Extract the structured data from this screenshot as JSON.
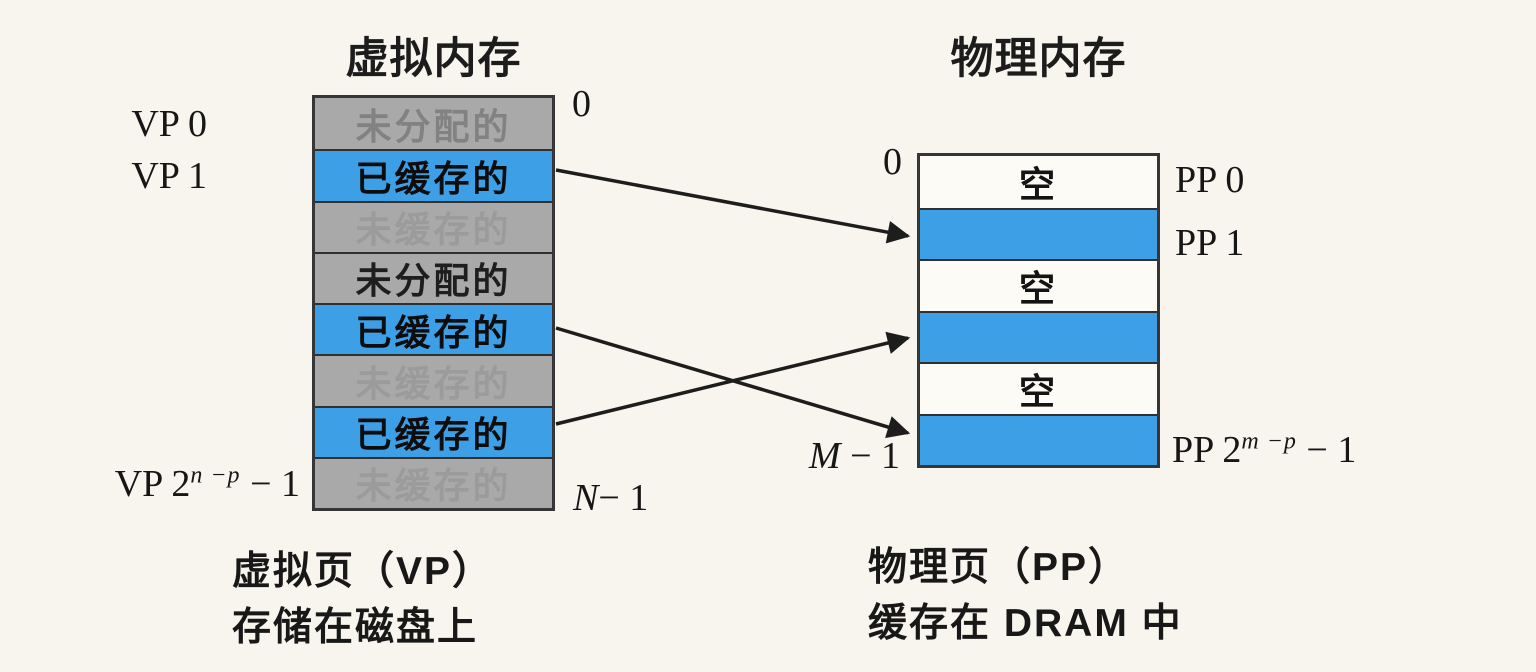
{
  "colors": {
    "background": "#f8f5ee",
    "cached_blue": "#3d9fe6",
    "gray_row": "#a9a9a9",
    "empty_row_white": "#fdfbf6",
    "line_black": "#1d1d1d"
  },
  "virtual_memory": {
    "title": "虚拟内存",
    "top_address": "0",
    "bottom_address": {
      "italic": "N",
      "rest": "− 1"
    },
    "rows": [
      {
        "label": "未分配的",
        "state": "unallocated"
      },
      {
        "label": "已缓存的",
        "state": "cached"
      },
      {
        "label": "未缓存的",
        "state": "uncached"
      },
      {
        "label": "未分配的",
        "state": "unallocated-dark"
      },
      {
        "label": "已缓存的",
        "state": "cached"
      },
      {
        "label": "未缓存的",
        "state": "uncached"
      },
      {
        "label": "已缓存的",
        "state": "cached"
      },
      {
        "label": "未缓存的",
        "state": "uncached"
      }
    ],
    "row_labels": {
      "vp0": "VP 0",
      "vp1": "VP 1",
      "vp_last": {
        "prefix": "VP 2",
        "sup": "n −p",
        "suffix": " − 1"
      }
    },
    "caption_line1": "虚拟页（VP）",
    "caption_line2": "存储在磁盘上"
  },
  "physical_memory": {
    "title": "物理内存",
    "top_address": "0",
    "bottom_address": {
      "italic": "M",
      "rest": " − 1"
    },
    "rows": [
      {
        "label": "空",
        "state": "empty"
      },
      {
        "label": "",
        "state": "cached"
      },
      {
        "label": "空",
        "state": "empty"
      },
      {
        "label": "",
        "state": "cached"
      },
      {
        "label": "空",
        "state": "empty"
      },
      {
        "label": "",
        "state": "cached"
      }
    ],
    "row_labels": {
      "pp0": "PP 0",
      "pp1": "PP 1",
      "pp_last": {
        "prefix": "PP 2",
        "sup": "m −p",
        "suffix": " − 1"
      }
    },
    "caption_line1": "物理页（PP）",
    "caption_line2": "缓存在 DRAM 中"
  },
  "arrows": [
    {
      "from_vm_row": 2,
      "to_pm_row": 2
    },
    {
      "from_vm_row": 5,
      "to_pm_row": 6
    },
    {
      "from_vm_row": 7,
      "to_pm_row": 4
    }
  ]
}
